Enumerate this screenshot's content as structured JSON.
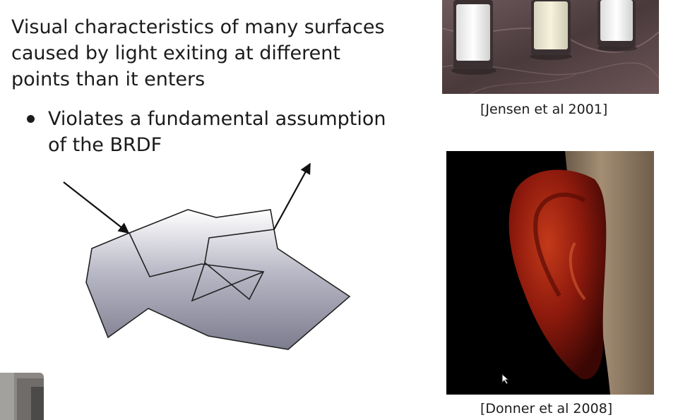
{
  "slide": {
    "intro": {
      "lines": [
        "Visual characteristics of many surfaces",
        "caused by light exiting at different",
        "points than it enters"
      ]
    },
    "bullet": {
      "lines": [
        "Violates a fundamental assumption",
        "of the BRDF"
      ]
    },
    "figures": {
      "top_caption": "[Jensen et al 2001]",
      "bottom_caption": "[Donner et al 2008]"
    }
  },
  "icons": {
    "bullet": "bullet-dot-icon",
    "cursor": "mouse-pointer-icon"
  }
}
